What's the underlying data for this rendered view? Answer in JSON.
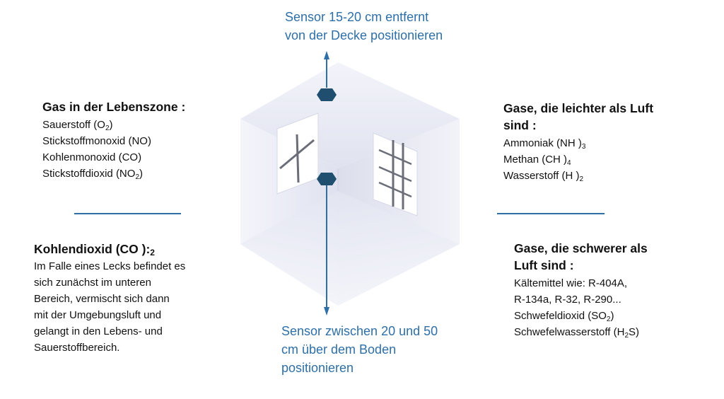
{
  "top_note": {
    "line1": "Sensor 15-20 cm entfernt",
    "line2": "von der Decke positionieren"
  },
  "bottom_note": {
    "line1": "Sensor zwischen 20 und 50",
    "line2": "cm über dem Boden",
    "line3": "positionieren"
  },
  "living_zone": {
    "title": "Gas in der Lebenszone :",
    "items": [
      {
        "pre": "Sauerstoff (O",
        "sub": "2",
        "post": ")"
      },
      {
        "pre": "Stickstoffmonoxid (NO)",
        "sub": "",
        "post": ""
      },
      {
        "pre": "Kohlenmonoxid (CO)",
        "sub": "",
        "post": ""
      },
      {
        "pre": "Stickstoffdioxid (NO",
        "sub": "2",
        "post": ")"
      }
    ]
  },
  "co2": {
    "title_pre": "Kohlendioxid (CO ):",
    "title_sub": "2",
    "lines": [
      "Im Falle eines Lecks befindet es",
      "sich zunächst im unteren",
      "Bereich, vermischt sich dann",
      "mit der Umgebungsluft und",
      "gelangt in den Lebens- und",
      "Sauerstoffbereich."
    ]
  },
  "lighter": {
    "title1": "Gase, die leichter als Luft",
    "title2": "sind :",
    "items": [
      {
        "pre": "Ammoniak (NH )",
        "sub": "3",
        "post": ""
      },
      {
        "pre": "Methan (CH )",
        "sub": "4",
        "post": ""
      },
      {
        "pre": "Wasserstoff (H )",
        "sub": "2",
        "post": ""
      }
    ]
  },
  "heavier": {
    "title1": "Gase, die schwerer als",
    "title2": "Luft sind :",
    "items": [
      {
        "pre": "Kältemittel wie: R-404A,",
        "sub": "",
        "post": ""
      },
      {
        "pre": "R-134a, R-32, R-290...",
        "sub": "",
        "post": ""
      },
      {
        "pre": "Schwefeldioxid (SO",
        "sub": "2",
        "post": ")"
      },
      {
        "pre": "Schwefelwasserstoff (H",
        "sub": "2",
        "post": "S)"
      }
    ]
  },
  "colors": {
    "accent": "#2e6fa7",
    "sensor": "#1f4e6e",
    "room_wall": "#e4e6f2"
  }
}
